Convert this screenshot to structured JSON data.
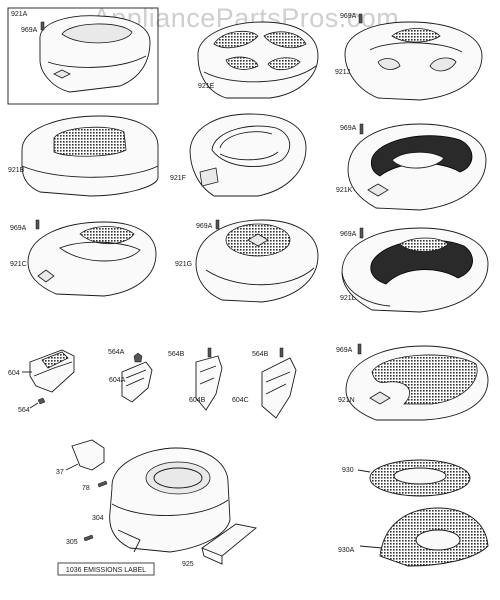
{
  "watermark": "AppliancePartsPros.com",
  "parts": {
    "p921A": "921A",
    "p969A_a": "969A",
    "p921E": "921E",
    "p969A_b": "969A",
    "p921J": "921J",
    "p921B": "921B",
    "p921F": "921F",
    "p969A_c": "969A",
    "p921K": "921K",
    "p969A_d": "969A",
    "p921C": "921C",
    "p969A_e": "969A",
    "p921G": "921G",
    "p969A_f": "969A",
    "p921L": "921L",
    "p604": "604",
    "p564": "564",
    "p564A": "564A",
    "p604A": "604A",
    "p564B_a": "564B",
    "p604B": "604B",
    "p564B_b": "564B",
    "p604C": "604C",
    "p969A_g": "969A",
    "p921N": "921N",
    "p37": "37",
    "p78": "78",
    "p304": "304",
    "p305": "305",
    "p925": "925",
    "p930": "930",
    "p930A": "930A"
  },
  "emissions_label": "1036 EMISSIONS LABEL"
}
